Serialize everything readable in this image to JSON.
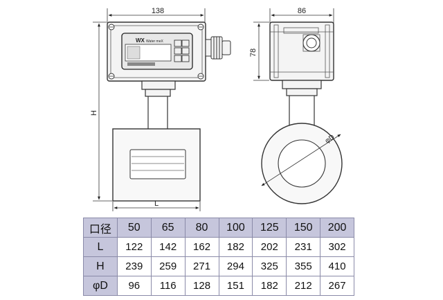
{
  "drawing": {
    "dim_width": "138",
    "dim_depth": "86",
    "dim_height_head": "78",
    "dim_total_height": "H",
    "dim_length": "L",
    "dim_diameter": "φD",
    "brand": "WX",
    "model": "Water meX"
  },
  "table": {
    "header": [
      "口径",
      "50",
      "65",
      "80",
      "100",
      "125",
      "150",
      "200"
    ],
    "rows": [
      {
        "label": "L",
        "values": [
          "122",
          "142",
          "162",
          "182",
          "202",
          "231",
          "302"
        ]
      },
      {
        "label": "H",
        "values": [
          "239",
          "259",
          "271",
          "294",
          "325",
          "355",
          "410"
        ]
      },
      {
        "label": "φD",
        "values": [
          "96",
          "116",
          "128",
          "151",
          "182",
          "212",
          "267"
        ]
      }
    ]
  }
}
